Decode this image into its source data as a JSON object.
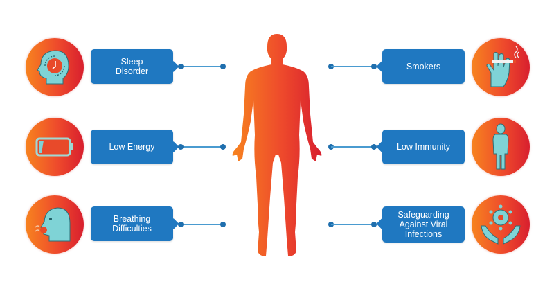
{
  "diagram": {
    "colors": {
      "box": "#1f78c1",
      "connector": "#4a9bd0",
      "gradient_start": "#f7831f",
      "gradient_end": "#d81f2e",
      "icon_fill": "#7fd3d6"
    },
    "left_items": [
      {
        "label": "Sleep\nDisorder",
        "icon": "sleep-clock-head-icon"
      },
      {
        "label": "Low Energy",
        "icon": "low-battery-icon"
      },
      {
        "label": "Breathing\nDifficulties",
        "icon": "breathing-head-icon"
      }
    ],
    "right_items": [
      {
        "label": "Smokers",
        "icon": "smoking-hand-icon"
      },
      {
        "label": "Low Immunity",
        "icon": "weak-person-icon"
      },
      {
        "label": "Safeguarding\nAgainst Viral\nInfections",
        "icon": "virus-hands-icon"
      }
    ],
    "center": {
      "icon": "human-body-silhouette"
    }
  }
}
